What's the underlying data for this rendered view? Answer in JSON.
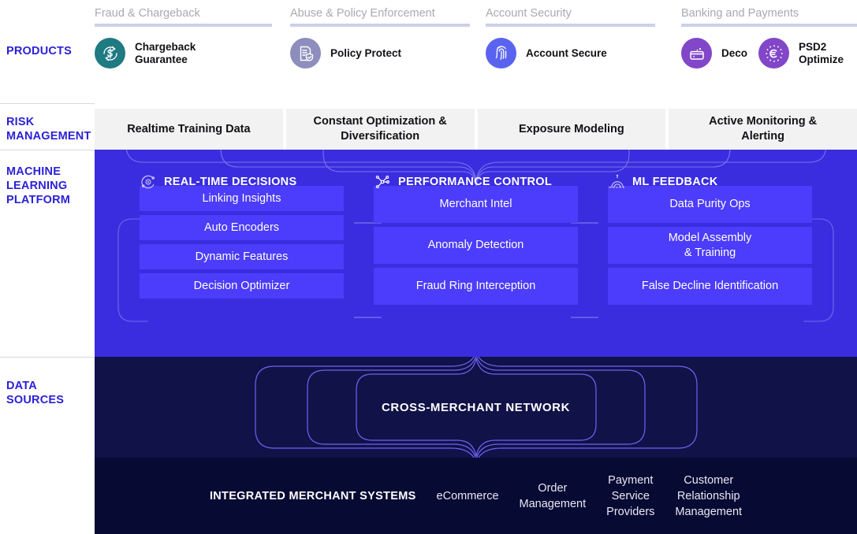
{
  "rails": [
    {
      "name": "products",
      "label": "PRODUCTS"
    },
    {
      "name": "risk",
      "label": "RISK\nMANAGEMENT"
    },
    {
      "name": "ml",
      "label": "MACHINE\nLEARNING\nPLATFORM"
    },
    {
      "name": "data",
      "label": "DATA\nSOURCES"
    }
  ],
  "products": {
    "groups": [
      {
        "title": "Fraud & Chargeback",
        "items": [
          {
            "name": "Chargeback\nGuarantee",
            "icon": "chargeback-guarantee-icon",
            "color": "#1F7A82"
          }
        ]
      },
      {
        "title": "Abuse & Policy Enforcement",
        "items": [
          {
            "name": "Policy Protect",
            "icon": "policy-protect-icon",
            "color": "#8D8DBE"
          }
        ]
      },
      {
        "title": "Account Security",
        "items": [
          {
            "name": "Account Secure",
            "icon": "account-secure-icon",
            "color": "#5A63F0"
          }
        ]
      },
      {
        "title": "Banking and Payments",
        "items": [
          {
            "name": "Deco",
            "icon": "deco-icon",
            "color": "#8246C8"
          },
          {
            "name": "PSD2\nOptimize",
            "icon": "psd2-optimize-icon",
            "color": "#8246C8"
          }
        ]
      }
    ]
  },
  "risk_management": {
    "cards": [
      "Realtime Training Data",
      "Constant Optimization &\nDiversification",
      "Exposure Modeling",
      "Active Monitoring &\nAlerting"
    ]
  },
  "ml_platform": {
    "columns": [
      {
        "heading": "REAL-TIME DECISIONS",
        "icon": "orbit-target-icon",
        "boxes": [
          "Linking Insights",
          "Auto Encoders",
          "Dynamic Features",
          "Decision Optimizer"
        ]
      },
      {
        "heading": "PERFORMANCE CONTROL",
        "icon": "network-nodes-icon",
        "boxes": [
          "Merchant Intel",
          "Anomaly Detection",
          "Fraud Ring Interception"
        ]
      },
      {
        "heading": "ML FEEDBACK",
        "icon": "arch-feedback-icon",
        "boxes": [
          "Data Purity Ops",
          "Model Assembly\n& Training",
          "False Decline Identification"
        ]
      }
    ]
  },
  "data_sources": {
    "network_title": "CROSS-MERCHANT NETWORK",
    "merchant_systems_label": "INTEGRATED MERCHANT SYSTEMS",
    "merchant_systems": [
      "eCommerce",
      "Order\nManagement",
      "Payment\nService\nProviders",
      "Customer\nRelationship\nManagement"
    ]
  },
  "colors": {
    "rail_label": "#2B21D6",
    "products_title": "#a9a9b2",
    "products_underline": "#ccd1e9",
    "risk_card_bg": "#f2f2f3",
    "ml_panel_bg": "#3A2DDF",
    "ml_box_bg": "#4C3CFB",
    "data_panel_bg": "#111247",
    "merchant_bar_bg": "#070a33",
    "network_line": "#6C63F5"
  }
}
